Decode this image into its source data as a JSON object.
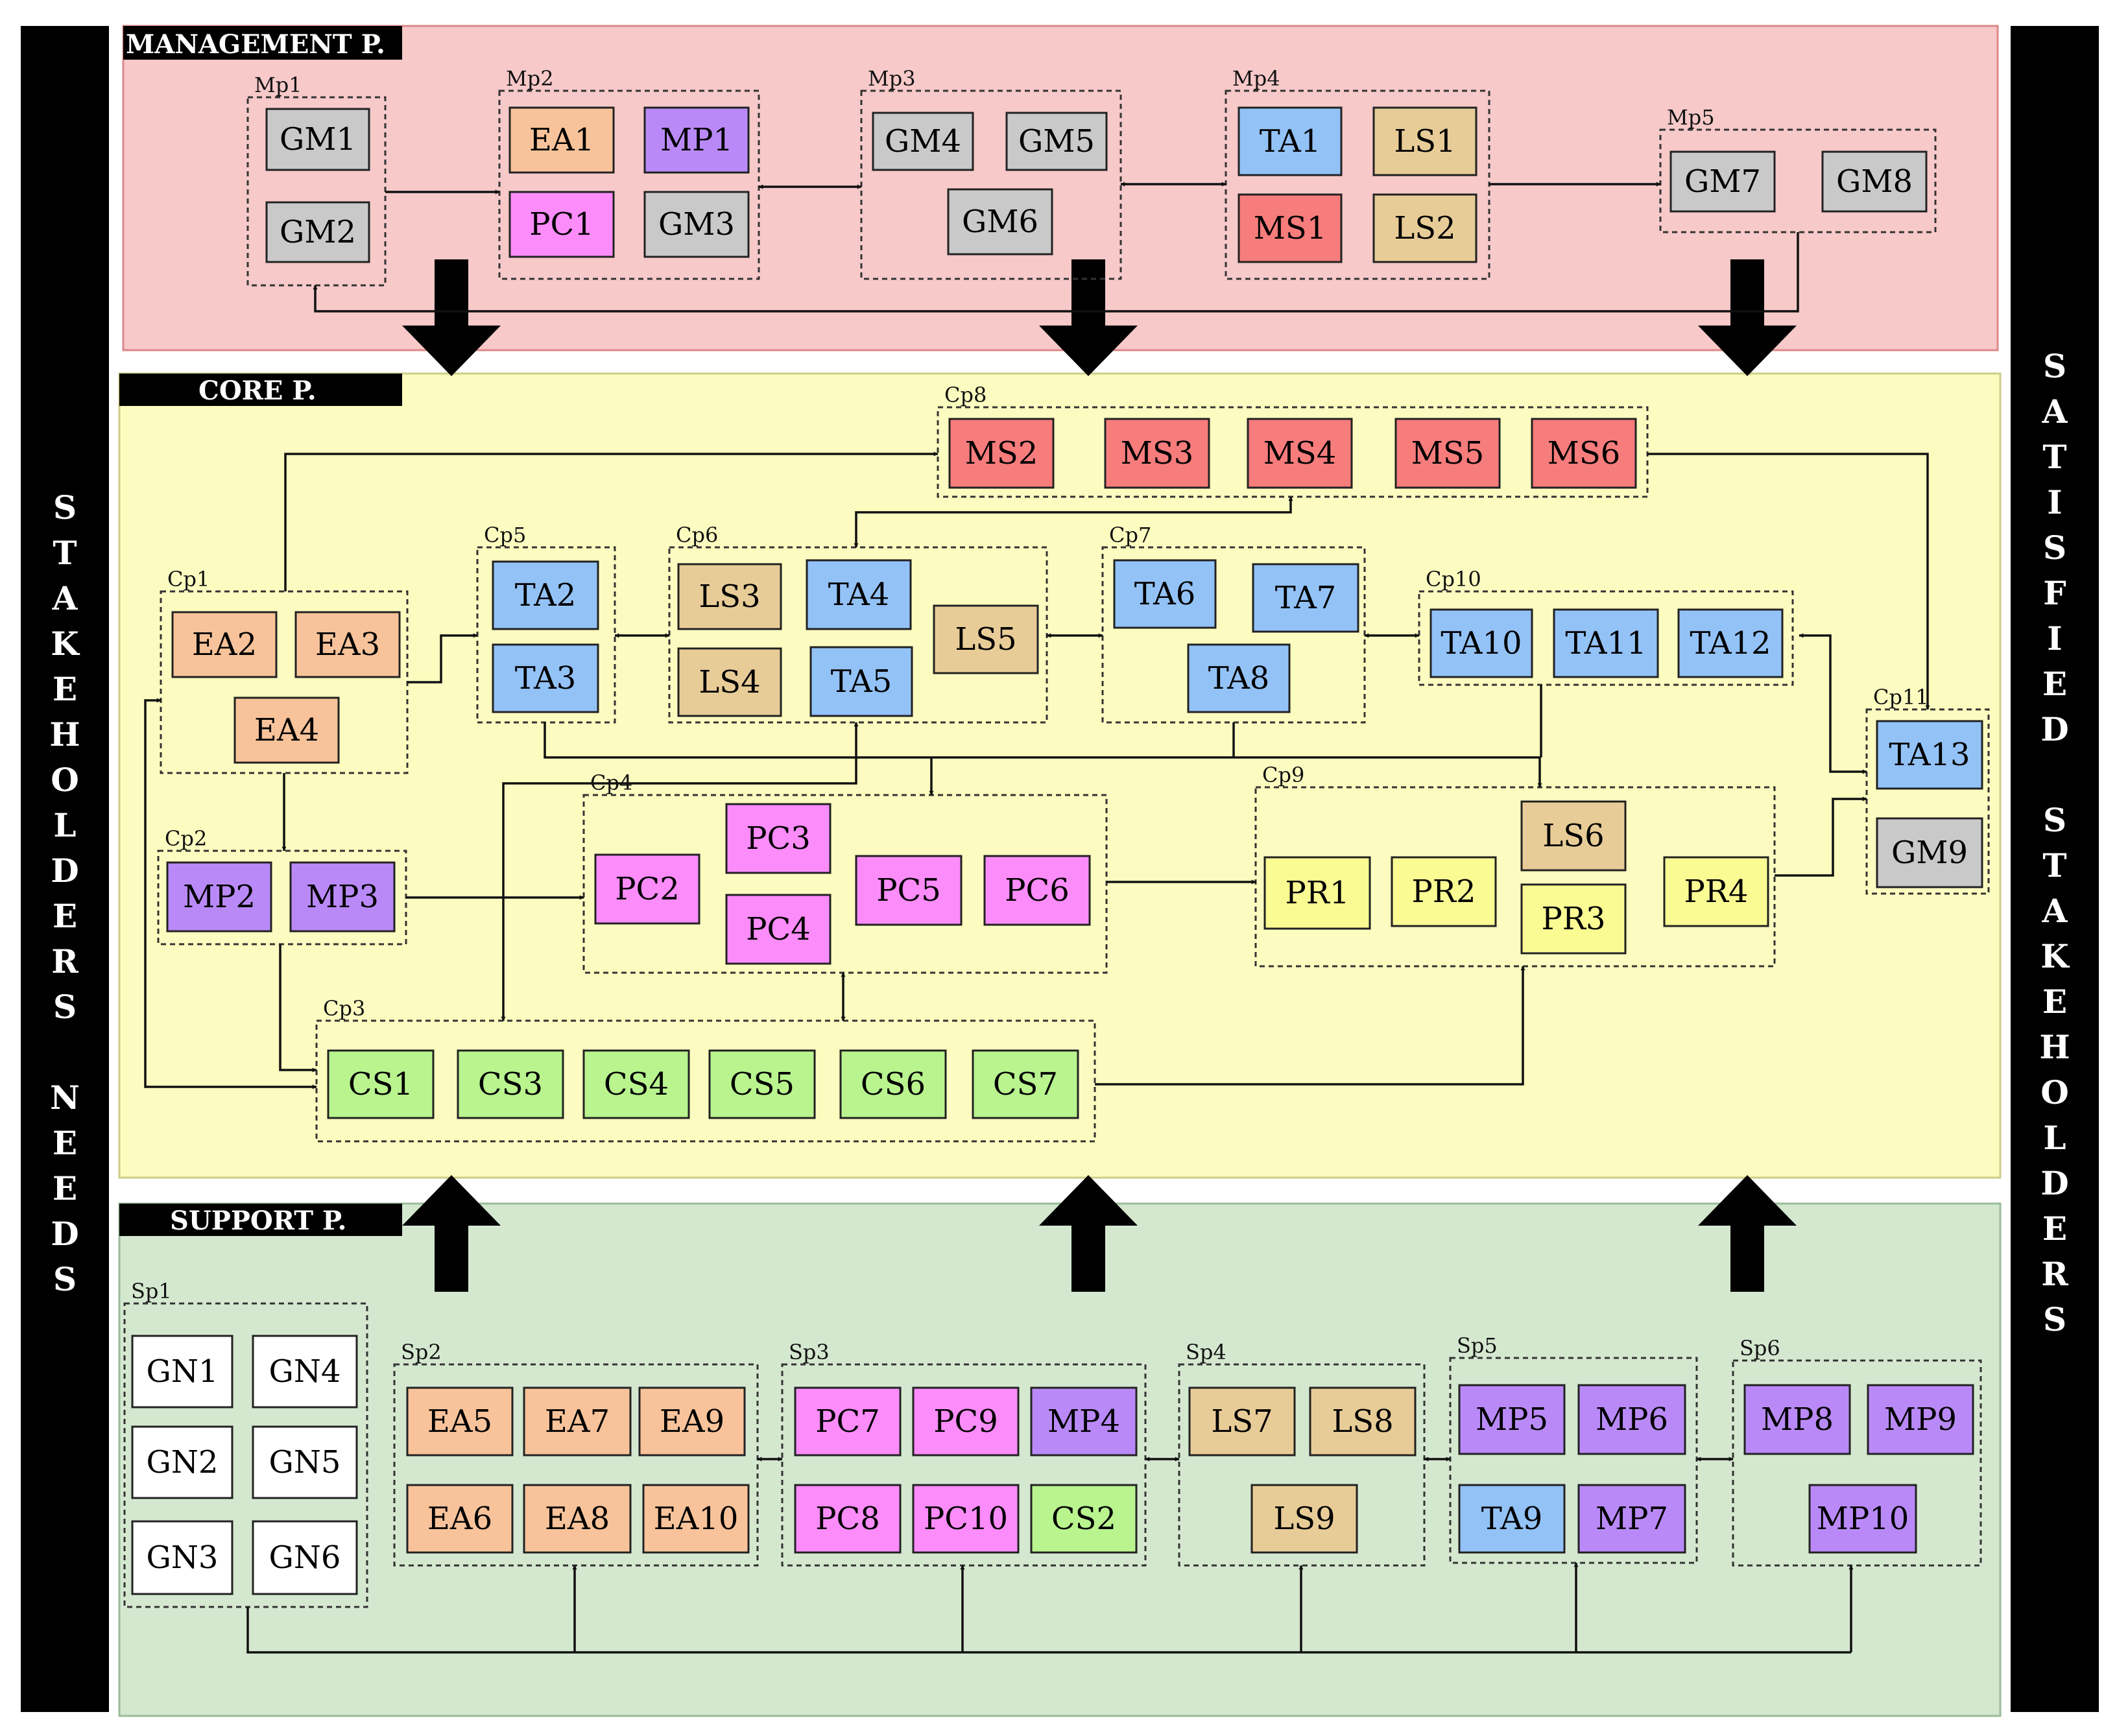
{
  "sections": {
    "management": "MANAGEMENT P.",
    "core": "CORE P.",
    "support": "SUPPORT P."
  },
  "side_labels": {
    "left": [
      "S",
      "T",
      "A",
      "K",
      "E",
      "H",
      "O",
      "L",
      "D",
      "E",
      "R",
      "S",
      " ",
      "N",
      "E",
      "E",
      "D",
      "S"
    ],
    "right": [
      "S",
      "A",
      "T",
      "I",
      "S",
      "F",
      "I",
      "E",
      "D",
      " ",
      "S",
      "T",
      "A",
      "K",
      "E",
      "H",
      "O",
      "L",
      "D",
      "E",
      "R",
      "S"
    ]
  },
  "colors": {
    "GM": "#c9c9c9",
    "EA": "#f8c39a",
    "MP": "#b98af7",
    "PC": "#fb8cf9",
    "TA": "#93c2f7",
    "LS": "#e8cc97",
    "MS": "#f77c7c",
    "PR": "#fbfb94",
    "CS": "#b9f48f",
    "GN": "#ffffff",
    "management_bg": "#f7c9c9",
    "core_bg": "#fdfcc0",
    "support_bg": "#d4e8d0"
  },
  "groups": [
    {
      "id": "Mp1",
      "nodes": [
        "GM1",
        "GM2"
      ]
    },
    {
      "id": "Mp2",
      "nodes": [
        "EA1",
        "MP1",
        "PC1",
        "GM3"
      ]
    },
    {
      "id": "Mp3",
      "nodes": [
        "GM4",
        "GM5",
        "GM6"
      ]
    },
    {
      "id": "Mp4",
      "nodes": [
        "TA1",
        "LS1",
        "MS1",
        "LS2"
      ]
    },
    {
      "id": "Mp5",
      "nodes": [
        "GM7",
        "GM8"
      ]
    },
    {
      "id": "Cp1",
      "nodes": [
        "EA2",
        "EA3",
        "EA4"
      ]
    },
    {
      "id": "Cp2",
      "nodes": [
        "MP2",
        "MP3"
      ]
    },
    {
      "id": "Cp3",
      "nodes": [
        "CS1",
        "CS3",
        "CS4",
        "CS5",
        "CS6",
        "CS7"
      ]
    },
    {
      "id": "Cp4",
      "nodes": [
        "PC2",
        "PC3",
        "PC4",
        "PC5",
        "PC6"
      ]
    },
    {
      "id": "Cp5",
      "nodes": [
        "TA2",
        "TA3"
      ]
    },
    {
      "id": "Cp6",
      "nodes": [
        "LS3",
        "TA4",
        "LS4",
        "TA5",
        "LS5"
      ]
    },
    {
      "id": "Cp7",
      "nodes": [
        "TA6",
        "TA7",
        "TA8"
      ]
    },
    {
      "id": "Cp8",
      "nodes": [
        "MS2",
        "MS3",
        "MS4",
        "MS5",
        "MS6"
      ]
    },
    {
      "id": "Cp9",
      "nodes": [
        "PR1",
        "PR2",
        "LS6",
        "PR3",
        "PR4"
      ]
    },
    {
      "id": "Cp10",
      "nodes": [
        "TA10",
        "TA11",
        "TA12"
      ]
    },
    {
      "id": "Cp11",
      "nodes": [
        "TA13",
        "GM9"
      ]
    },
    {
      "id": "Sp1",
      "nodes": [
        "GN1",
        "GN4",
        "GN2",
        "GN5",
        "GN3",
        "GN6"
      ]
    },
    {
      "id": "Sp2",
      "nodes": [
        "EA5",
        "EA7",
        "EA9",
        "EA6",
        "EA8",
        "EA10"
      ]
    },
    {
      "id": "Sp3",
      "nodes": [
        "PC7",
        "PC9",
        "MP4",
        "PC8",
        "PC10",
        "CS2"
      ]
    },
    {
      "id": "Sp4",
      "nodes": [
        "LS7",
        "LS8",
        "LS9"
      ]
    },
    {
      "id": "Sp5",
      "nodes": [
        "MP5",
        "MP6",
        "TA9",
        "MP7"
      ]
    },
    {
      "id": "Sp6",
      "nodes": [
        "MP8",
        "MP9",
        "MP10"
      ]
    }
  ]
}
